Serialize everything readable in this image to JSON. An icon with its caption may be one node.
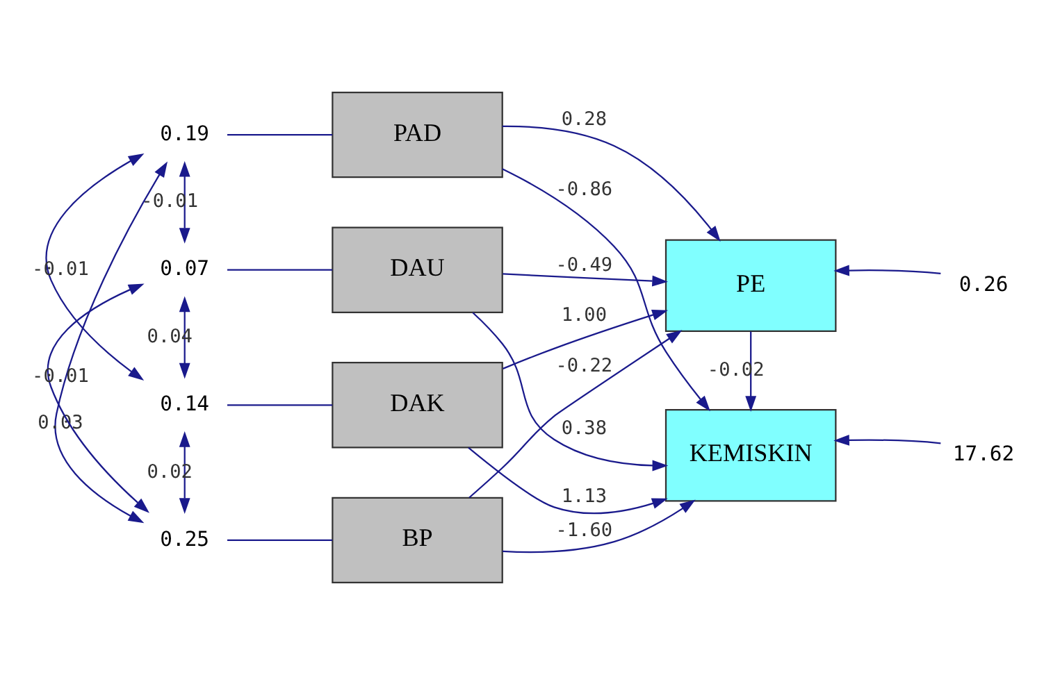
{
  "diagram": {
    "nodes": [
      {
        "text": [
          "0.19"
        ]
      },
      {
        "text": [
          "PAD"
        ]
      },
      {
        "text": [
          "0.07"
        ]
      },
      {
        "text": [
          "DAU"
        ]
      },
      {
        "text": [
          "0.14"
        ]
      },
      {
        "text": [
          "DAK"
        ]
      },
      {
        "text": [
          "0.25"
        ]
      },
      {
        "text": [
          "BP"
        ]
      },
      {
        "text": [
          "PE"
        ]
      },
      {
        "text": [
          "0.26"
        ]
      },
      {
        "text": [
          "KEMISKIN"
        ]
      },
      {
        "text": [
          "17.62"
        ]
      }
    ],
    "edges": [
      {
        "from": 0,
        "to": 1,
        "arrow": "none"
      },
      {
        "from": 2,
        "to": 3,
        "arrow": "none"
      },
      {
        "from": 4,
        "to": 5,
        "arrow": "none"
      },
      {
        "from": 6,
        "to": 7,
        "arrow": "none"
      },
      {
        "from": 0,
        "to": 2,
        "arrow": "both",
        "label": "-0.01"
      },
      {
        "from": 0,
        "to": 4,
        "arrow": "both",
        "label": "-0.01"
      },
      {
        "from": 0,
        "to": 6,
        "arrow": "both",
        "label": "0.03"
      },
      {
        "from": 2,
        "to": 4,
        "arrow": "both",
        "label": "0.04"
      },
      {
        "from": 2,
        "to": 6,
        "arrow": "both",
        "label": "-0.01"
      },
      {
        "from": 4,
        "to": 6,
        "arrow": "both",
        "label": "0.02"
      },
      {
        "from": 1,
        "to": 8,
        "arrow": "to",
        "label": "0.28"
      },
      {
        "from": 1,
        "to": 10,
        "arrow": "to",
        "label": "-0.86"
      },
      {
        "from": 3,
        "to": 8,
        "arrow": "to",
        "label": "-0.49"
      },
      {
        "from": 3,
        "to": 10,
        "arrow": "to",
        "label": "0.38"
      },
      {
        "from": 5,
        "to": 8,
        "arrow": "to",
        "label": "1.00"
      },
      {
        "from": 5,
        "to": 10,
        "arrow": "to",
        "label": "1.13"
      },
      {
        "from": 7,
        "to": 8,
        "arrow": "to",
        "label": "-0.22"
      },
      {
        "from": 7,
        "to": 10,
        "arrow": "to",
        "label": "-1.60"
      },
      {
        "from": 8,
        "to": 10,
        "arrow": "to",
        "label": "-0.02"
      },
      {
        "from": 9,
        "to": 8,
        "arrow": "to"
      },
      {
        "from": 11,
        "to": 10,
        "arrow": "to"
      }
    ]
  }
}
